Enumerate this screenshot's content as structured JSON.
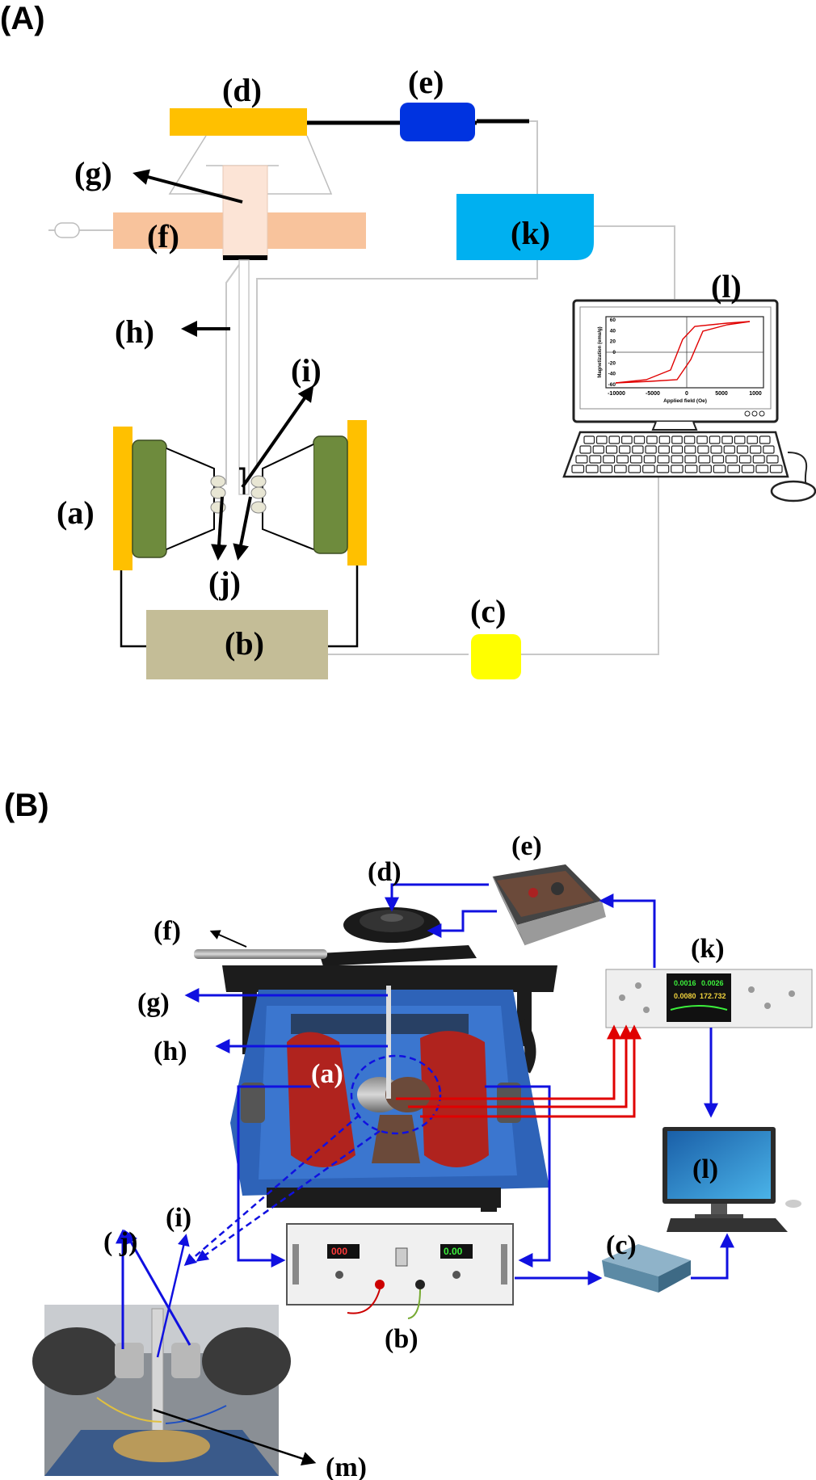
{
  "panel_a": {
    "title": "(A)",
    "labels": {
      "a": "(a)",
      "b": "(b)",
      "c": "(c)",
      "d": "(d)",
      "e": "(e)",
      "f": "(f)",
      "g": "(g)",
      "h": "(h)",
      "i": "(i)",
      "j": "(j)",
      "k": "(k)",
      "l": "(l)"
    },
    "monitor_plot": {
      "ylabel": "Magnetization (emu/g)",
      "xlabel": "Applied field (Oe)",
      "xticks": [
        "-10000",
        "-5000",
        "0",
        "5000",
        "1000"
      ],
      "yticks": [
        "60",
        "40",
        "20",
        "0",
        "-20",
        "-40",
        "-60"
      ]
    },
    "colors": {
      "d": "#FFC000",
      "e": "#0033E0",
      "f": "#F8C39C",
      "g": "#FCE4D6",
      "k": "#00B0F0",
      "a_frame": "#FFC000",
      "a_coil": "#6E8B3D",
      "b": "#C4BD97",
      "c": "#FFFF00",
      "curve": "#E00000"
    }
  },
  "panel_b": {
    "title": "(B)",
    "labels": {
      "a": "(a)",
      "b": "(b)",
      "c": "(c)",
      "d": "(d)",
      "e": "(e)",
      "f": "(f)",
      "g": "(g)",
      "h": "(h)",
      "i": "(i)",
      "j": "( j)",
      "k": "(k)",
      "l": "(l)",
      "m": "(m)"
    },
    "display": {
      "b_left": "000",
      "b_right": "0.00",
      "k_1": "0.0016",
      "k_2": "0.0026",
      "k_3": "0.0080",
      "k_4": "172.732"
    },
    "colors": {
      "arrow": "#1010E0",
      "signal": "#E00000",
      "magnet_frame": "#2E63B8",
      "pole": "#B0231E"
    }
  }
}
